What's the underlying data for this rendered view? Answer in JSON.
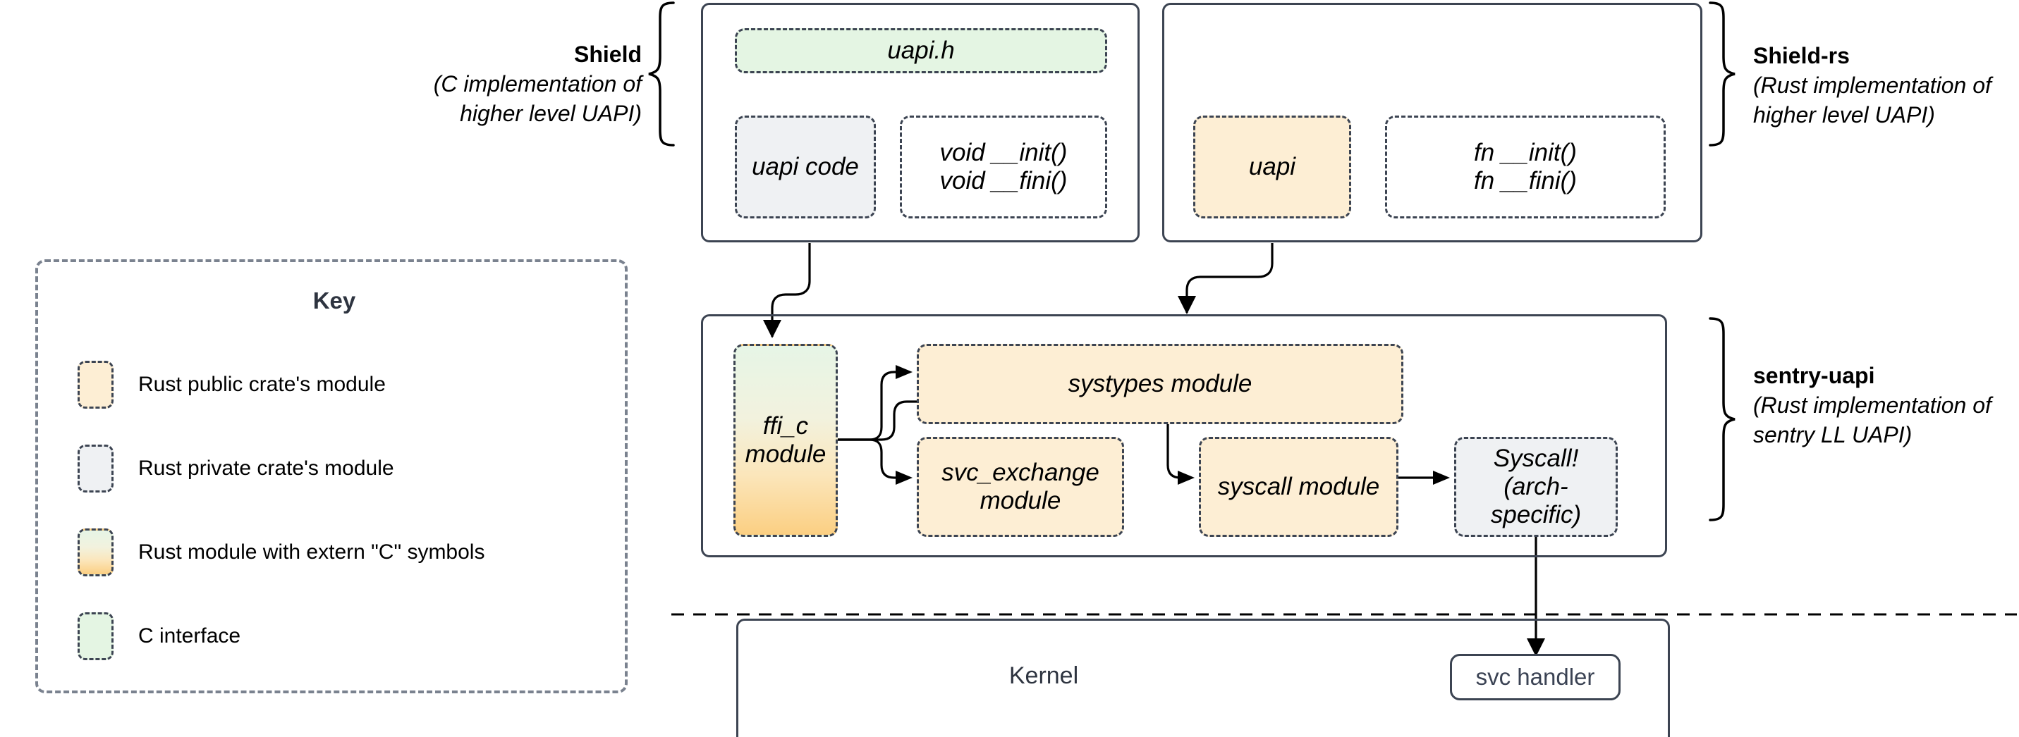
{
  "diagram": {
    "title": "Sentry UAPI layering diagram",
    "colors": {
      "peach": "#fdeed4",
      "grey": "#eff1f3",
      "green": "#e4f5e3",
      "gradient_top": "#e6f5e6",
      "gradient_bottom": "#fbcf82",
      "stroke": "#3c4452",
      "key_stroke": "#7a828f"
    }
  },
  "shield": {
    "label_title": "Shield",
    "label_sub": "(C implementation of higher level UAPI)",
    "nodes": {
      "uapi_h": "uapi.h",
      "uapi_code": "uapi code",
      "init_fini_line1": "void __init()",
      "init_fini_line2": "void __fini()"
    }
  },
  "shield_rs": {
    "label_title": "Shield-rs",
    "label_sub": "(Rust implementation of higher level UAPI)",
    "nodes": {
      "uapi": "uapi",
      "init_fini_line1": "fn __init()",
      "init_fini_line2": "fn __fini()"
    }
  },
  "sentry_uapi": {
    "label_title": "sentry-uapi",
    "label_sub": "(Rust implementation of sentry LL UAPI)",
    "nodes": {
      "ffi_c_line1": "ffi_c",
      "ffi_c_line2": "module",
      "systypes": "systypes module",
      "svc_exchange_line1": "svc_exchange",
      "svc_exchange_line2": "module",
      "syscall": "syscall module",
      "syscall_arch_line1": "Syscall!",
      "syscall_arch_line2": "(arch-specific)"
    }
  },
  "kernel": {
    "label": "Kernel",
    "svc_handler": "svc handler"
  },
  "key": {
    "title": "Key",
    "items": [
      {
        "label": "Rust public crate's module",
        "swatch": "peach"
      },
      {
        "label": "Rust private crate's module",
        "swatch": "grey"
      },
      {
        "label": "Rust module with extern \"C\" symbols",
        "swatch": "gradient"
      },
      {
        "label": "C interface",
        "swatch": "green"
      }
    ]
  }
}
